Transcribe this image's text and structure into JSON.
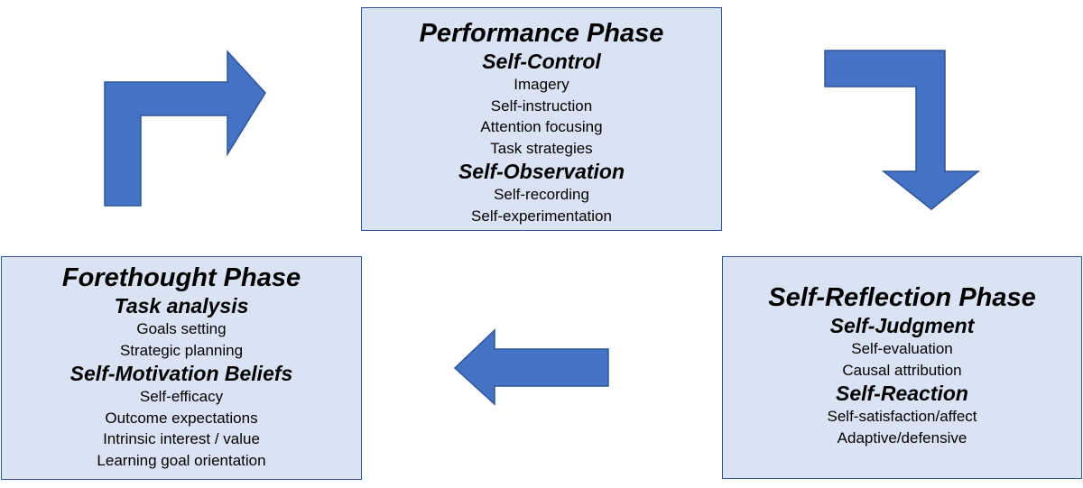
{
  "colors": {
    "box_fill": "#dae3f3",
    "box_border": "#2f5597",
    "arrow_fill": "#4472c4",
    "arrow_border": "#2f5597"
  },
  "performance": {
    "title": "Performance Phase",
    "sections": [
      {
        "title": "Self-Control",
        "items": [
          "Imagery",
          "Self-instruction",
          "Attention focusing",
          "Task strategies"
        ]
      },
      {
        "title": "Self-Observation",
        "items": [
          "Self-recording",
          "Self-experimentation"
        ]
      }
    ]
  },
  "forethought": {
    "title": "Forethought Phase",
    "sections": [
      {
        "title": "Task analysis",
        "items": [
          "Goals setting",
          "Strategic planning"
        ]
      },
      {
        "title": "Self-Motivation Beliefs",
        "items": [
          "Self-efficacy",
          "Outcome expectations",
          "Intrinsic interest / value",
          "Learning goal orientation"
        ]
      }
    ]
  },
  "reflection": {
    "title": "Self-Reflection Phase",
    "sections": [
      {
        "title": "Self-Judgment",
        "items": [
          "Self-evaluation",
          "Causal attribution"
        ]
      },
      {
        "title": "Self-Reaction",
        "items": [
          "Self-satisfaction/affect",
          "Adaptive/defensive"
        ]
      }
    ]
  },
  "arrows": [
    {
      "name": "arrow-forethought-to-performance-icon",
      "direction": "up-right"
    },
    {
      "name": "arrow-performance-to-reflection-icon",
      "direction": "right-down"
    },
    {
      "name": "arrow-reflection-to-forethought-icon",
      "direction": "left"
    }
  ]
}
